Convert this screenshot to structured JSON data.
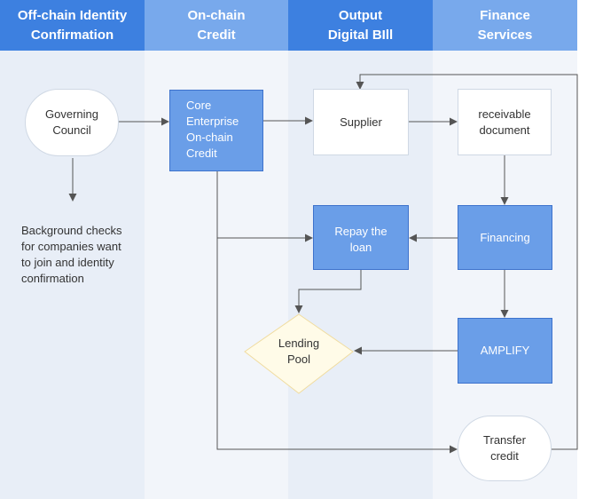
{
  "lanes": [
    {
      "title": "Off-chain Identity\nConfirmation"
    },
    {
      "title": "On-chain\nCredit"
    },
    {
      "title": "Output\nDigital BIll"
    },
    {
      "title": "Finance\nServices"
    }
  ],
  "nodes": {
    "governing_council": "Governing\nCouncil",
    "background_checks": "Background checks\nfor companies want\nto join and identity\nconfirmation",
    "core_enterprise": "Core\nEnterprise\nOn-chain\nCredit",
    "supplier": "Supplier",
    "receivable_document": "receivable\ndocument",
    "repay_loan": "Repay the\nloan",
    "financing": "Financing",
    "lending_pool": "Lending\nPool",
    "amplify": "AMPLIFY",
    "transfer_credit": "Transfer\ncredit"
  },
  "colors": {
    "lane_header_1": "#3d80e0",
    "lane_header_2": "#78a9ec",
    "lane_header_3": "#3d80e0",
    "lane_header_4": "#78a9ec",
    "lane_body_1": "#e8eef7",
    "lane_body_2": "#f2f5fa",
    "lane_body_3": "#e8eef7",
    "lane_body_4": "#f2f5fa",
    "node_blue": "#6a9ee8",
    "diamond_fill": "#fffbe8",
    "diamond_border": "#f0dca0",
    "connector": "#555555"
  }
}
